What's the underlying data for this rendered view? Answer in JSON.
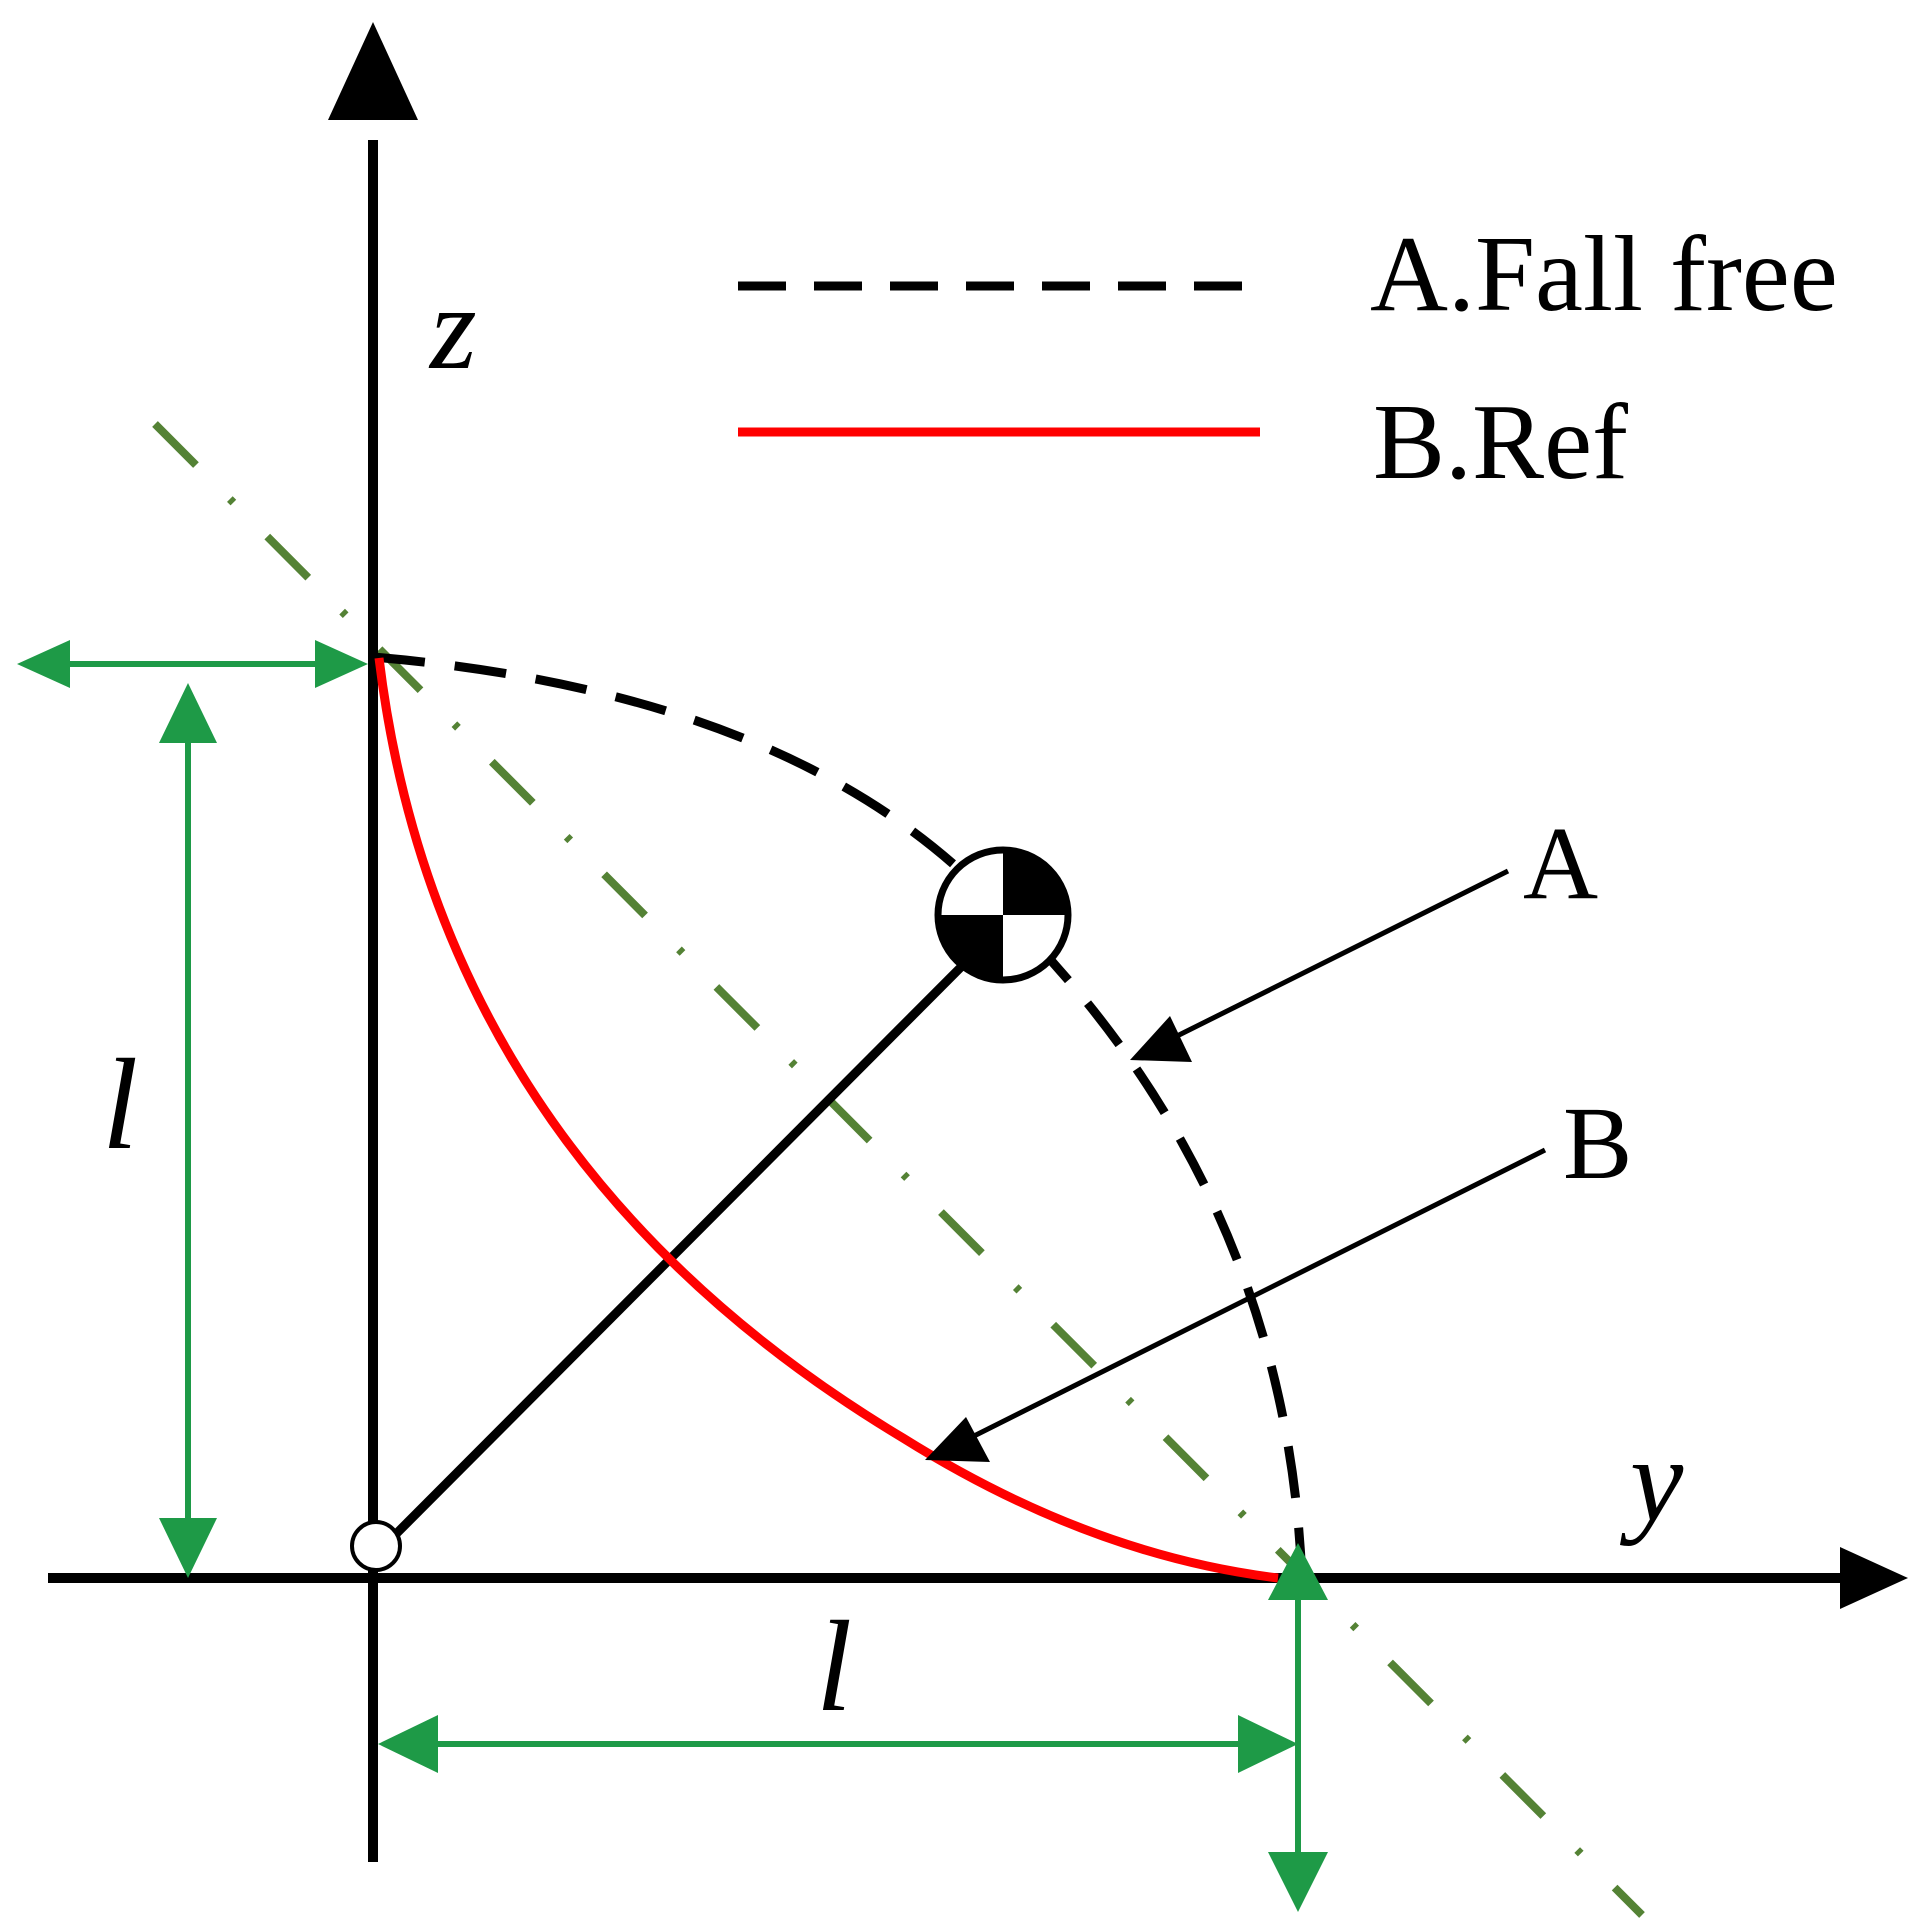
{
  "axes": {
    "z_label": "z",
    "y_label": "y"
  },
  "legend": {
    "fall_free": "A.Fall free",
    "ref": "B.Ref"
  },
  "callouts": {
    "a": "A",
    "b": "B"
  },
  "dimensions": {
    "vertical_label": "l",
    "horizontal_label": "l"
  },
  "colors": {
    "axis": "#000000",
    "fall_free_curve": "#000000",
    "ref_curve": "#ff0000",
    "diagonal_guide": "#548235",
    "dimension_arrows": "#1e9a47"
  },
  "icons": {
    "center_of_mass": "center-of-mass-symbol",
    "pivot": "pivot-circle"
  }
}
